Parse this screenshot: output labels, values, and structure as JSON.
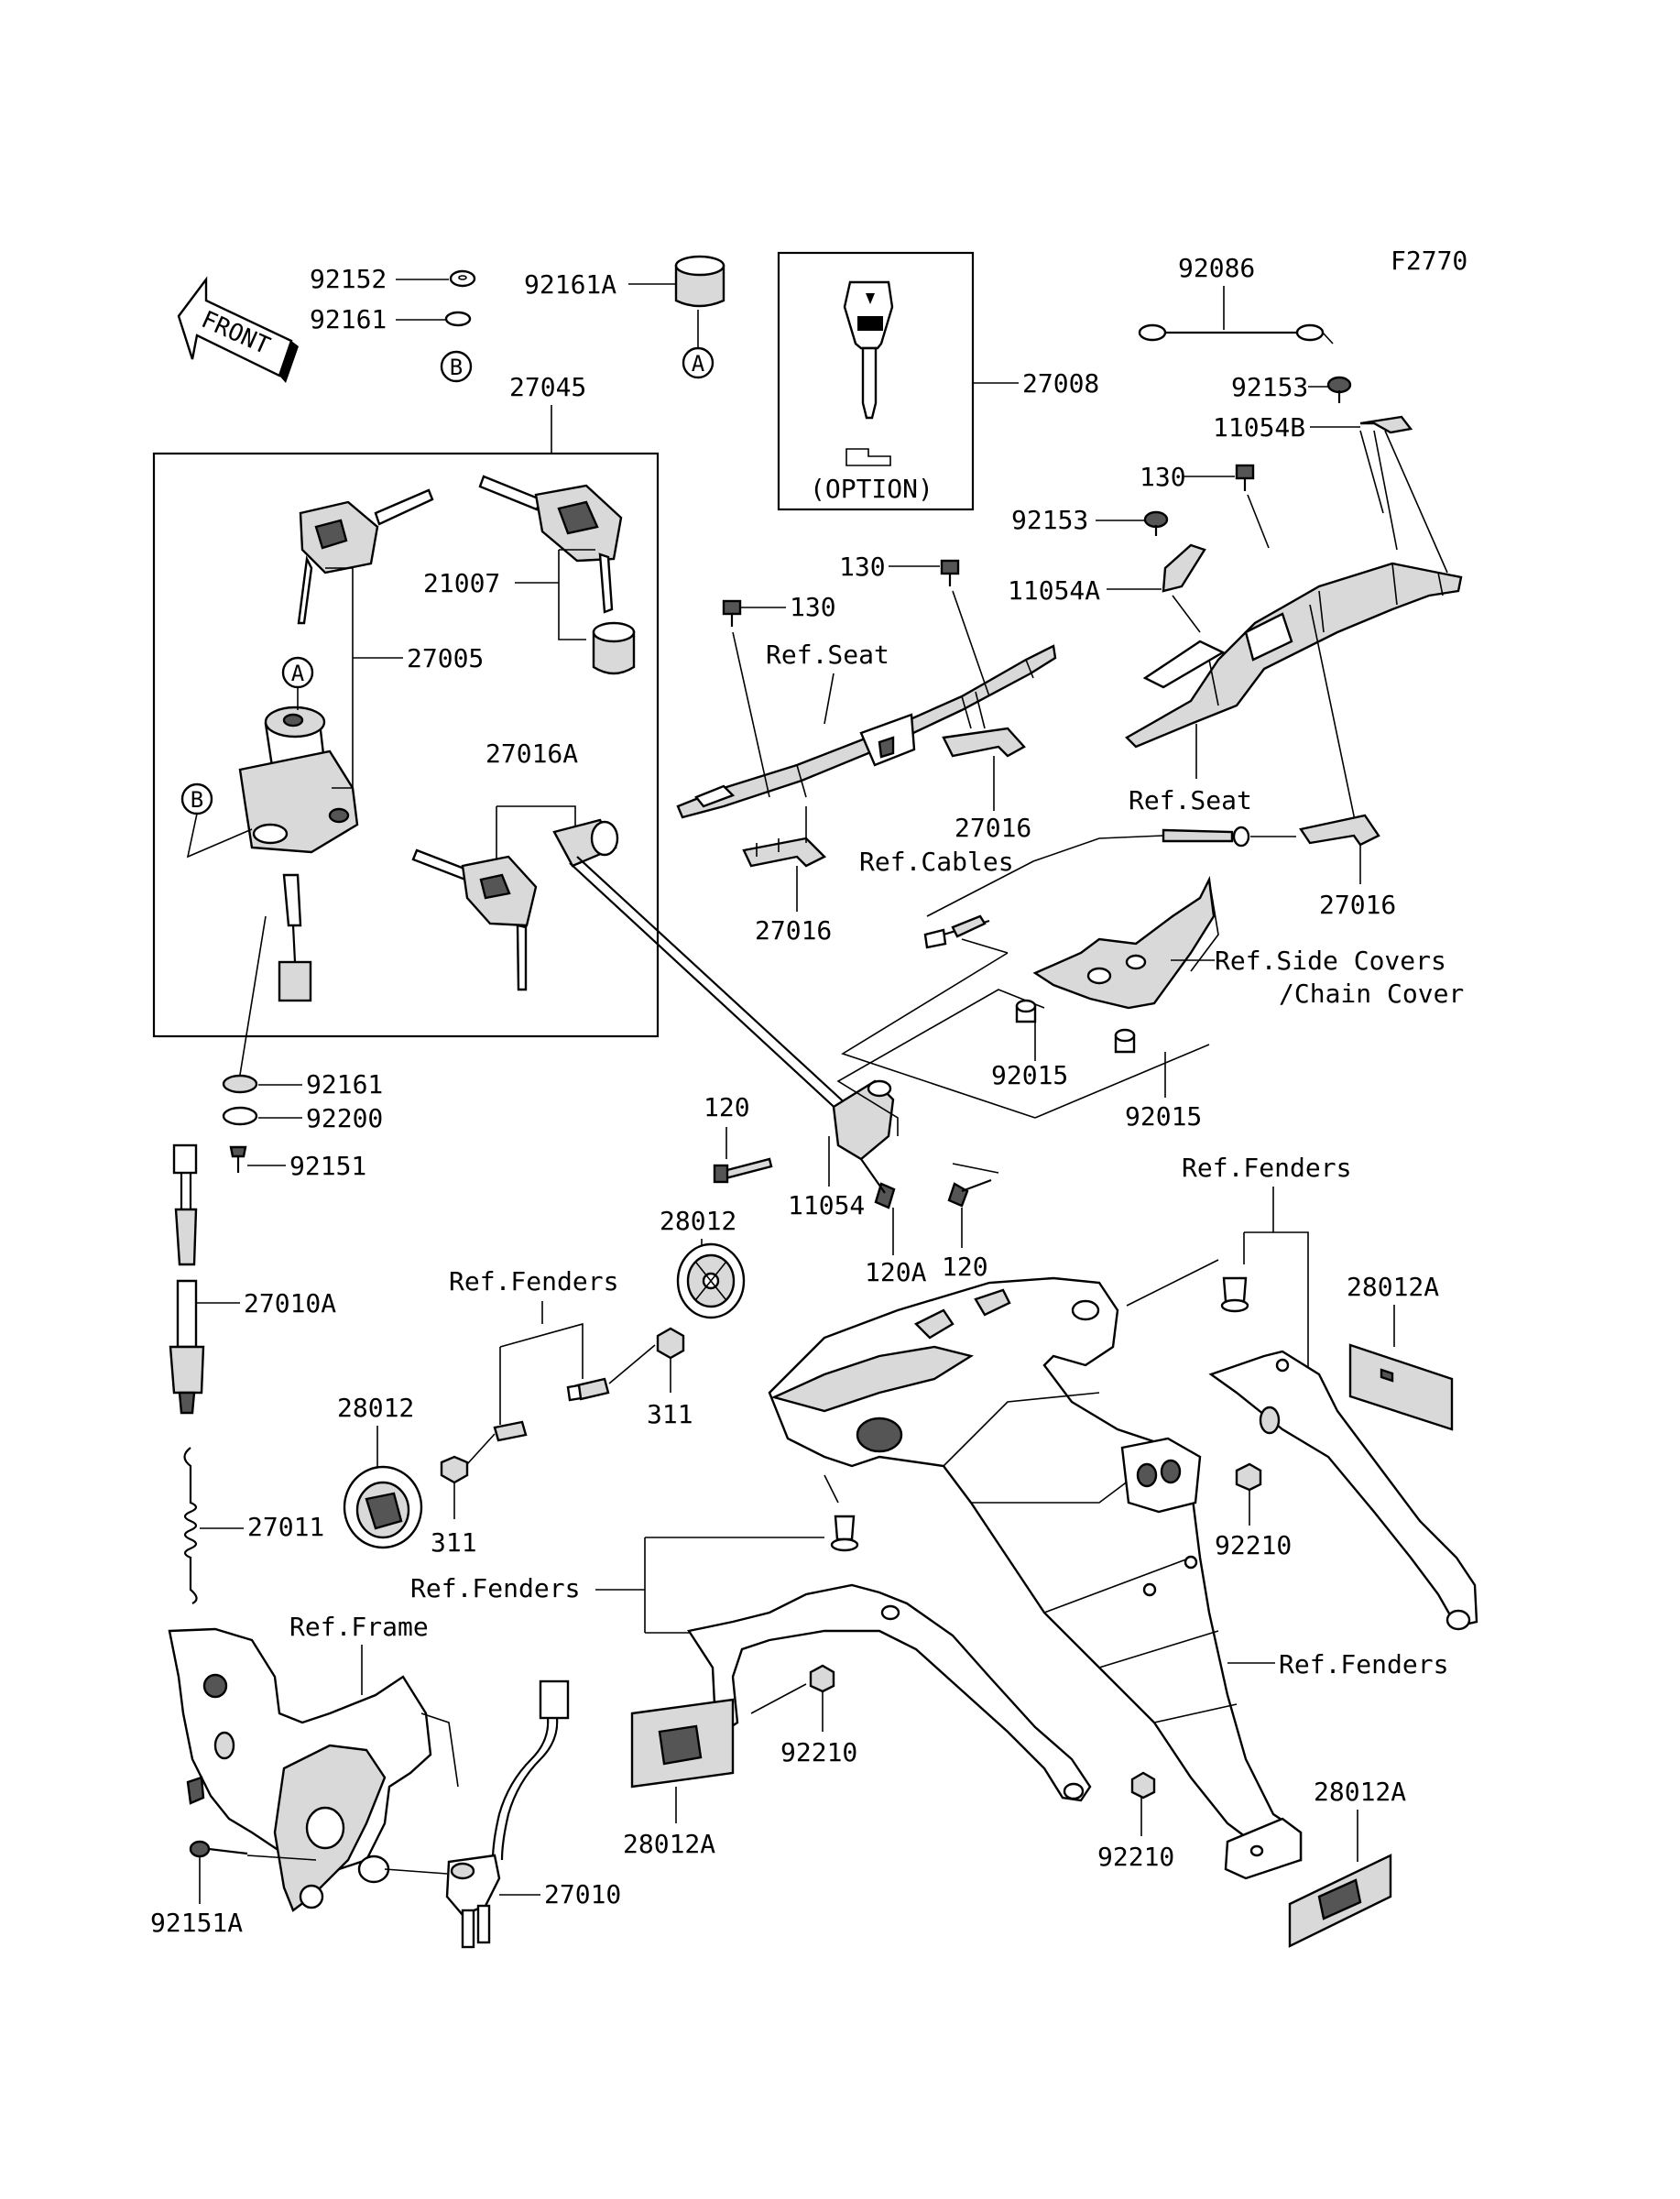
{
  "figure_code": "F2770",
  "direction_label": "FRONT",
  "option_label": "(OPTION)",
  "circle_markers": {
    "a": "A",
    "b": "B"
  },
  "labels": {
    "p92152": "92152",
    "p92161_top": "92161",
    "p92161A": "92161A",
    "p27045": "27045",
    "p21007": "21007",
    "p27005": "27005",
    "p27016A": "27016A",
    "p27008": "27008",
    "p92086": "92086",
    "p92153_a": "92153",
    "p11054B": "11054B",
    "p130_a": "130",
    "p92153_b": "92153",
    "p11054A": "11054A",
    "p130_b": "130",
    "p130_c": "130",
    "ref_seat_a": "Ref.Seat",
    "ref_seat_b": "Ref.Seat",
    "p27016_a": "27016",
    "p27016_b": "27016",
    "p27016_c": "27016",
    "ref_cables": "Ref.Cables",
    "ref_side_covers": "Ref.Side Covers",
    "chain_cover": "/Chain Cover",
    "p92015_a": "92015",
    "p92015_b": "92015",
    "p92161_mid": "92161",
    "p92200": "92200",
    "p92151": "92151",
    "p120_a": "120",
    "p11054": "11054",
    "p120A": "120A",
    "p120_b": "120",
    "ref_fenders_a": "Ref.Fenders",
    "p28012_a": "28012",
    "ref_fenders_b": "Ref.Fenders",
    "p28012A_a": "28012A",
    "p27010A": "27010A",
    "p311_a": "311",
    "p28012_b": "28012",
    "p311_b": "311",
    "p27011": "27011",
    "p92210_a": "92210",
    "ref_fenders_c": "Ref.Fenders",
    "ref_frame": "Ref.Frame",
    "ref_fenders_d": "Ref.Fenders",
    "p92210_b": "92210",
    "p28012A_b": "28012A",
    "p28012A_c": "28012A",
    "p92210_c": "92210",
    "p27010": "27010",
    "p92151A": "92151A"
  }
}
